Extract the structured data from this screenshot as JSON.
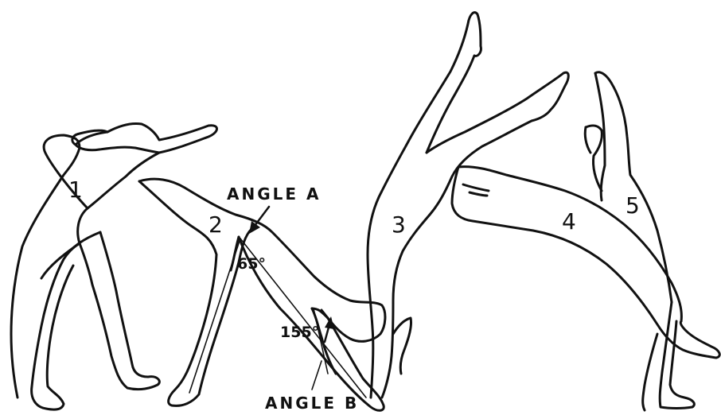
{
  "figure": {
    "stages": [
      {
        "number": "1"
      },
      {
        "number": "2"
      },
      {
        "number": "3"
      },
      {
        "number": "4"
      },
      {
        "number": "5"
      }
    ],
    "angle_a": {
      "label": "ANGLE A",
      "value": "65°"
    },
    "angle_b": {
      "label": "ANGLE B",
      "value": "155°"
    }
  }
}
